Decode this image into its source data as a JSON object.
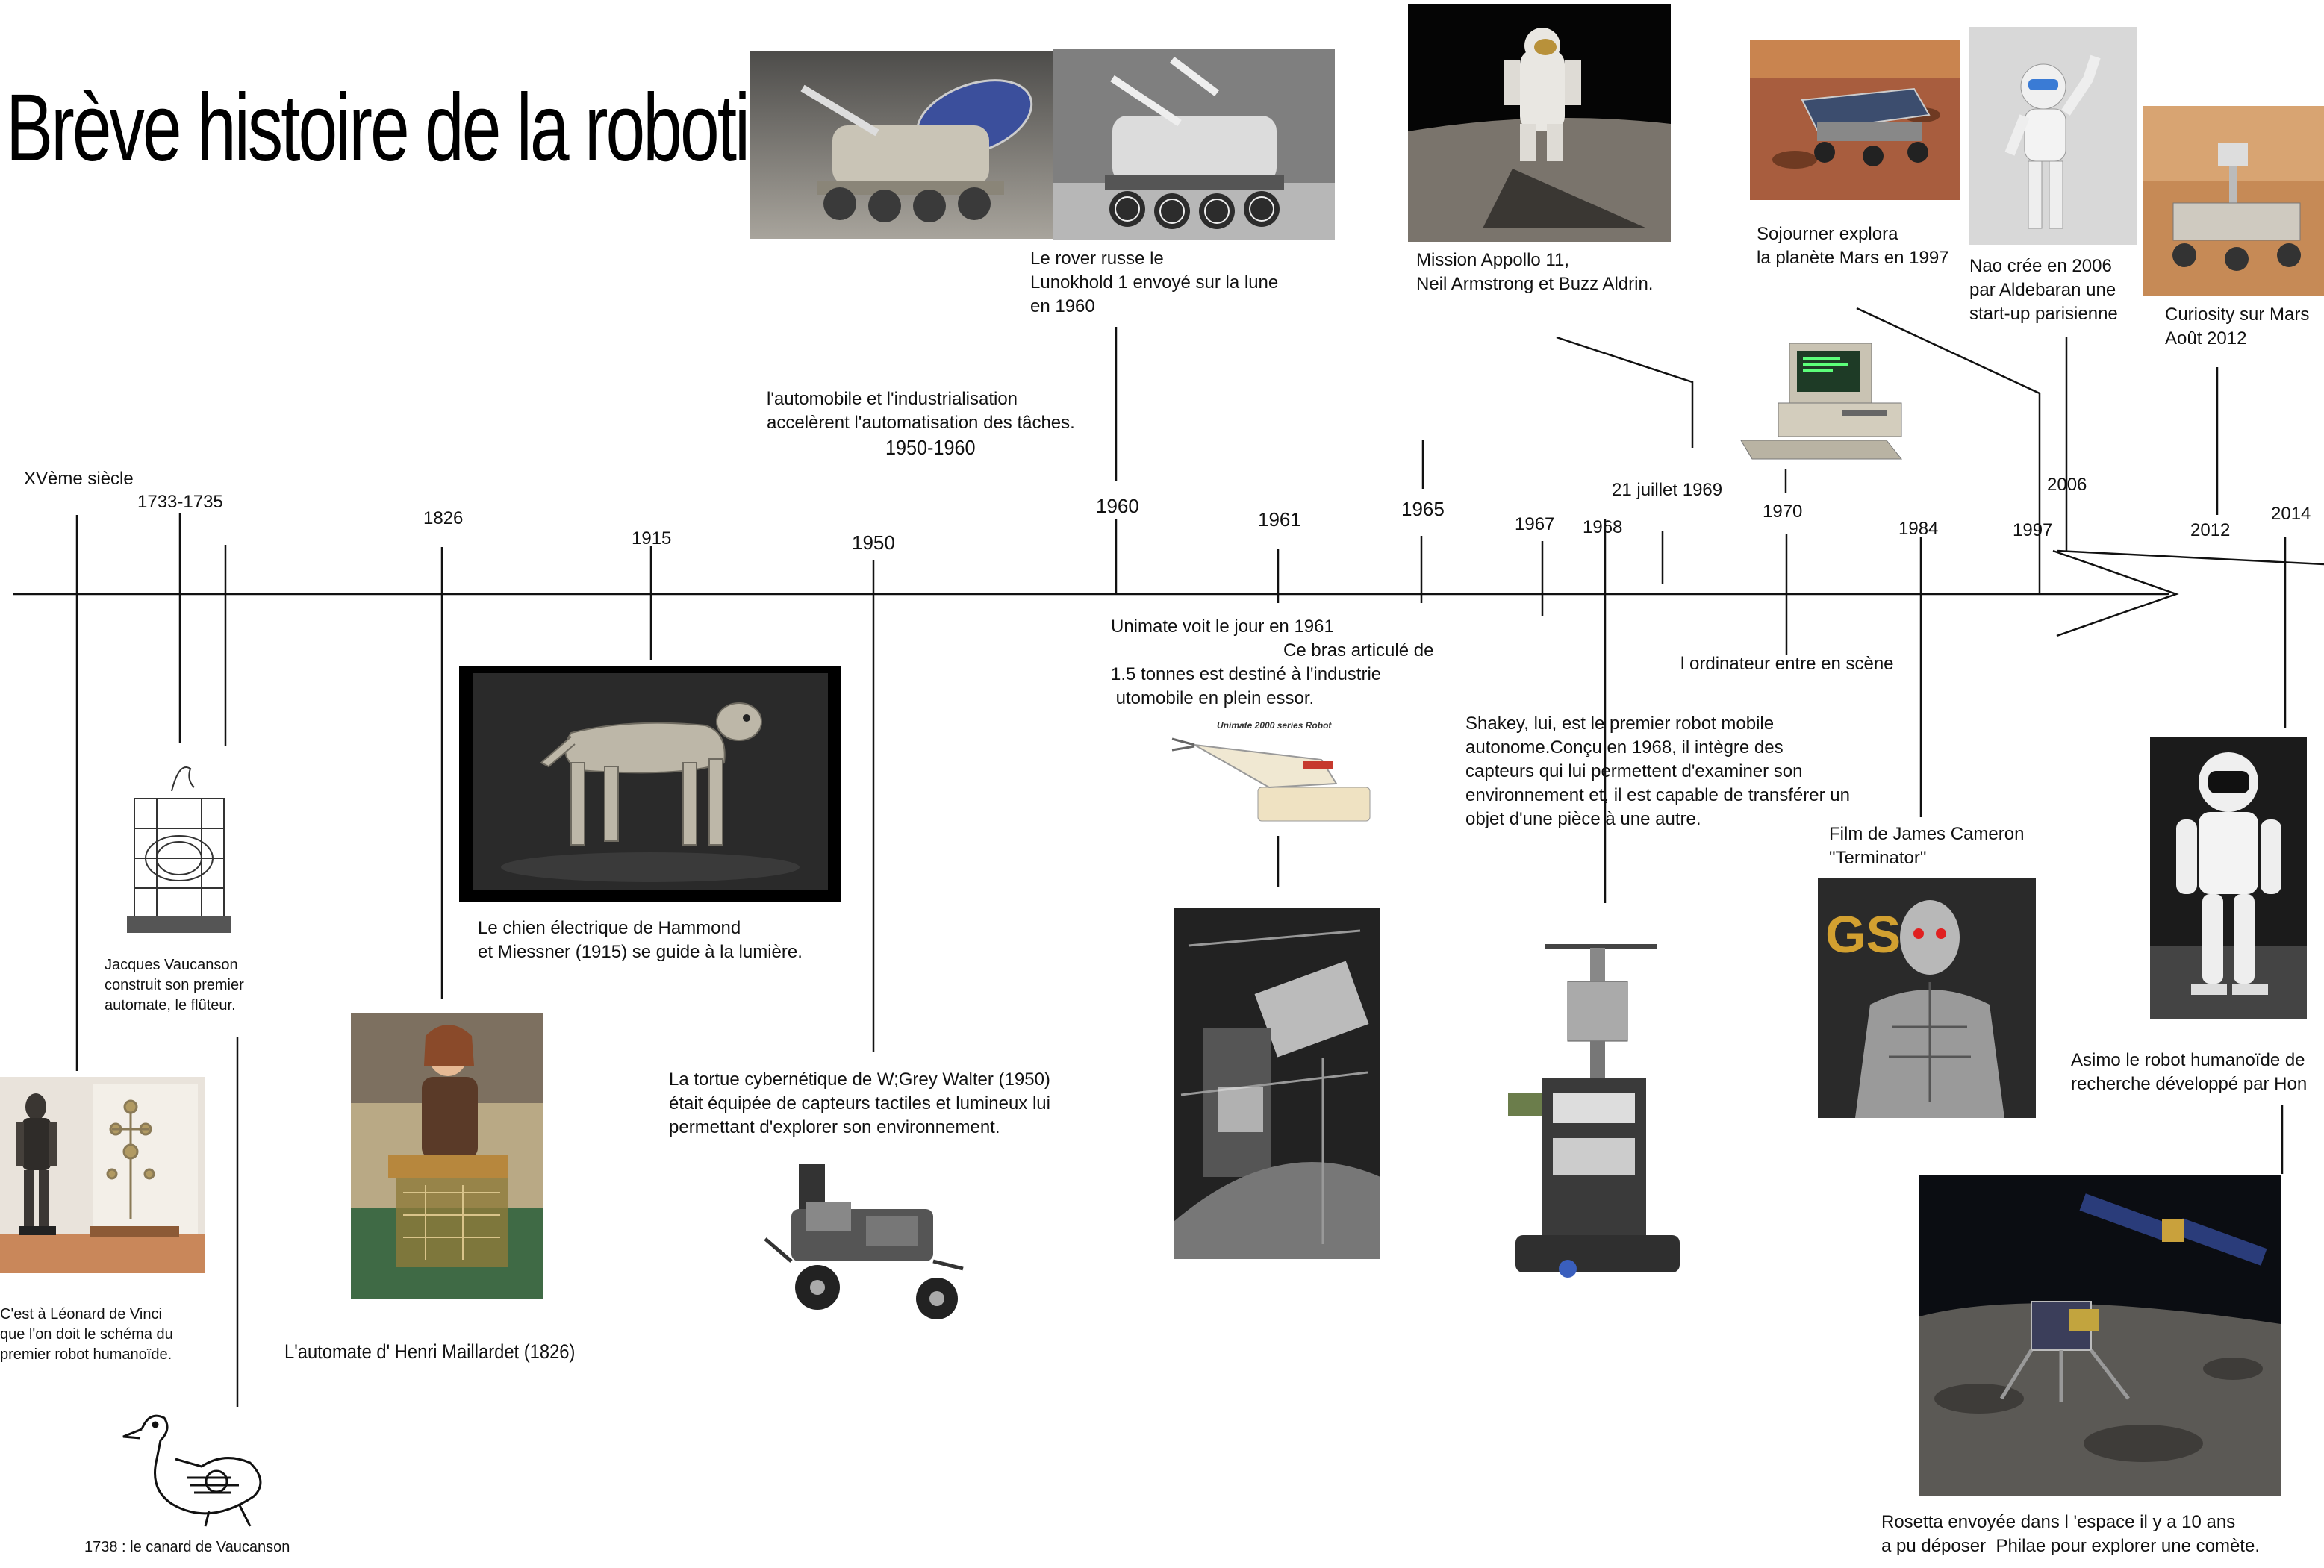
{
  "title": "Brève histoire de la robotique",
  "years": {
    "y15": "XVème siècle",
    "y1733": "1733-1735",
    "y1826": "1826",
    "y1915": "1915",
    "y1950": "1950",
    "y1960": "1960",
    "y1961": "1961",
    "y1965": "1965",
    "y1967": "1967",
    "y1968": "1968",
    "y1969": "21 juillet 1969",
    "y1970": "1970",
    "y1984": "1984",
    "y1997": "1997",
    "y2006": "2006",
    "y2012": "2012",
    "y2014": "2014"
  },
  "captions": {
    "vinci": "C'est à Léonard de Vinci\nque l'on doit le schéma du\npremier robot humanoïde.",
    "vaucanson": "Jacques Vaucanson\nconstruit son premier\nautomate, le flûteur.",
    "canard": "1738 : le canard de Vaucanson",
    "maillardet": "L'automate d' Henri Maillardet (1826)",
    "chien": "Le chien électrique de Hammond\net Miessner (1915) se guide à la lumière.",
    "tortue": "La tortue cybernétique de W;Grey Walter (1950)\nétait équipée de capteurs tactiles et lumineux lui\npermettant d'explorer son environnement.",
    "industrie": "l'automobile et l'industrialisation\naccelèrent l'automatisation des tâches.",
    "industrie_years": "1950-1960",
    "lunokhod": "Le rover russe le\nLunokhold 1 envoyé sur la lune\nen 1960",
    "unimate1": "Unimate voit le jour en 1961",
    "unimate2": "Ce bras articulé de",
    "unimate3": "1.5 tonnes est destiné à l'industrie\n utomobile en plein essor.",
    "unimate_label": "Unimate 2000 series Robot",
    "apollo": "Mission Appollo 11,\nNeil Armstrong et Buzz Aldrin.",
    "shakey": "Shakey, lui, est le premier robot mobile\nautonome.Conçu en 1968, il intègre des\ncapteurs qui lui permettent d'examiner son\nenvironnement et, il est capable de transférer un\nobjet d'une pièce à une autre.",
    "ordinateur": "l ordinateur entre en scène",
    "sojourner": "Sojourner explora\nla planète Mars en 1997",
    "nao": "Nao crée en 2006\npar Aldebaran une\nstart-up parisienne",
    "curiosity": "Curiosity sur Mars\nAoût 2012",
    "terminator": "Film de James Cameron\n\"Terminator\"",
    "asimo": "Asimo le robot humanoïde de\nrecherche développé par Hon",
    "rosetta": "Rosetta envoyée dans l 'espace il y a 10 ans\na pu déposer  Philae pour explorer une comète."
  },
  "icons": [
    "knight-armor-photo",
    "flute-automaton-photo",
    "duck-automaton-drawing",
    "maillardet-automaton-photo",
    "electric-dog-photo",
    "cybernetic-tortoise-photo",
    "lunokhod-rover-photo",
    "lunokhod-rover-bw-photo",
    "unimate-arm-photo",
    "unimate-factory-photo",
    "apollo-astronaut-photo",
    "shakey-robot-photo",
    "ibm-pc-photo",
    "sojourner-rover-photo",
    "nao-robot-photo",
    "curiosity-rover-photo",
    "terminator-photo",
    "asimo-robot-photo",
    "rosetta-philae-photo"
  ]
}
